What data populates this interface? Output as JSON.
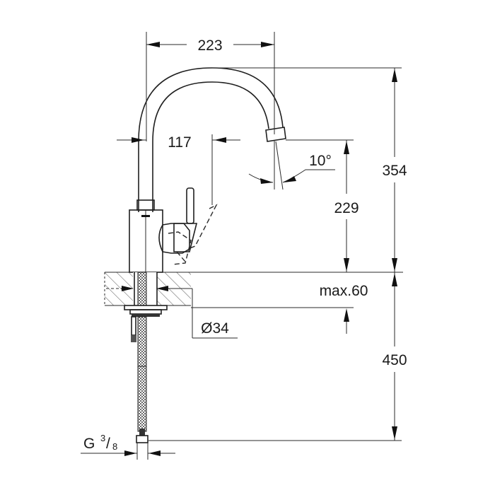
{
  "drawing": {
    "type": "technical-dimension-drawing",
    "subject": "kitchen faucet with swivel spout",
    "line_color": "#1f1f1f",
    "background": "#ffffff",
    "units": "mm"
  },
  "dimensions": {
    "spout_reach": {
      "label": "223"
    },
    "lever_offset": {
      "label": "117"
    },
    "spout_angle": {
      "label": "10°"
    },
    "total_height": {
      "label": "354"
    },
    "spout_height": {
      "label": "229"
    },
    "deck_thickness": {
      "label": "max.60"
    },
    "mounting_hole": {
      "label": "Ø34"
    },
    "hose_length": {
      "label": "450"
    },
    "connection_thread": {
      "prefix": "G",
      "numerator": "3",
      "slash": "/",
      "denominator": "8"
    }
  }
}
